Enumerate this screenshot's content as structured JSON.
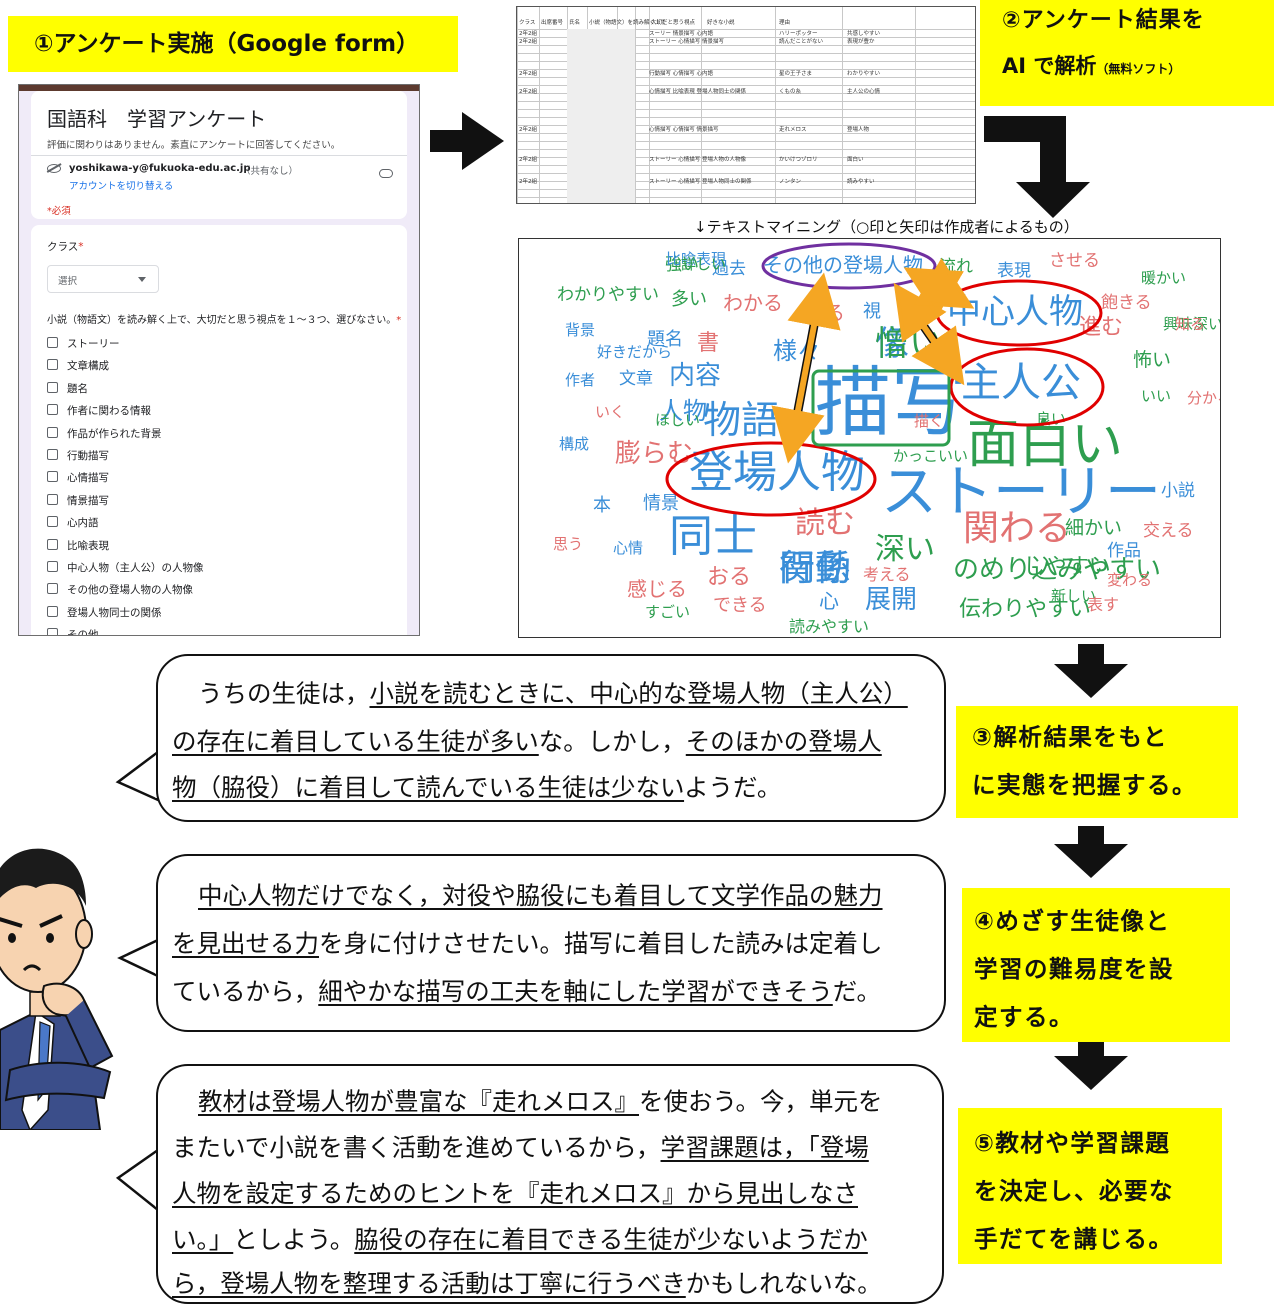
{
  "step1": {
    "label": "①アンケート実施（Google form）"
  },
  "step2": {
    "line1": "②アンケート結果を",
    "line2_main": "AI で解析",
    "line2_small": "（無料ソフト）"
  },
  "step3": {
    "line1": "③解析結果をもと",
    "line2": "に実態を把握する。"
  },
  "step4": {
    "line1": "④めざす生徒像と",
    "line2": "学習の難易度を設",
    "line3": "定する。"
  },
  "step5": {
    "line1": "⑤教材や学習課題",
    "line2": "を決定し、必要な",
    "line3": "手だてを講じる。"
  },
  "caption": "↓テキストマイニング（○印と矢印は作成者によるもの）",
  "form": {
    "title": "国語科　学習アンケート",
    "subtitle": "評価に関わりはありません。素直にアンケートに回答してください。",
    "account": "yoshikawa-y@fukuoka-edu.ac.jp",
    "share": "（共有なし）",
    "switch_account": "アカウントを切り替える",
    "required_note": "*必須",
    "class_label": "クラス",
    "required_mark": "*",
    "select_placeholder": "選択",
    "question": "小説（物語文）を読み解く上で、大切だと思う視点を１～３つ、選びなさい。",
    "options": [
      "ストーリー",
      "文章構成",
      "題名",
      "作者に関わる情報",
      "作品が作られた背景",
      "行動描写",
      "心情描写",
      "情景描写",
      "心内語",
      "比喩表現",
      "中心人物（主人公）の人物像",
      "その他の登場人物の人物像",
      "登場人物同士の関係",
      "その他"
    ],
    "colors": {
      "accent": "#673ab7",
      "header_bar": "#5d3a2e",
      "link": "#1a73e8",
      "required": "#d93025"
    }
  },
  "sheet": {
    "headers": [
      "クラス",
      "出席番号",
      "氏名",
      "小説（物語文）を読み解く上で",
      "大切だと思う視点",
      "好きな小説",
      "理由"
    ],
    "rows": [
      [
        "2年2組",
        "スーリー 情景描写 心内語",
        "ハリーポッター",
        "共感しやすい"
      ],
      [
        "2年2組",
        "ストーリー 心情描写 情景描写",
        "読んだことがない",
        "表現が豊か"
      ],
      [
        "2年2組",
        "行動描写 心情描写 心内語",
        "星の王子さま",
        "わかりやすい"
      ],
      [
        "2年2組",
        "心情描写 比喩表現 登場人物同士の関係",
        "くもの糸",
        "主人公の心情"
      ],
      [
        "2年2組",
        "心情描写 心情描写 情景描写",
        "走れメロス",
        "登場人物"
      ],
      [
        "2年2組",
        "ストーリー 心情描写 登場人物の人物像",
        "かいけつゾロリ",
        "面白い"
      ],
      [
        "2年2組",
        "ストーリー 心情描写 登場人物同士の関係",
        "ノンタン",
        "読みやすい"
      ]
    ]
  },
  "wordcloud": {
    "words": [
      {
        "text": "強い",
        "color": "#2e9e4f"
      },
      {
        "text": "過去",
        "color": "#3a8ed8"
      },
      {
        "text": "その他の登場人物",
        "color": "#3a8ed8"
      },
      {
        "text": "流れ",
        "color": "#2e9e4f"
      },
      {
        "text": "表現",
        "color": "#3a8ed8"
      },
      {
        "text": "させる",
        "color": "#e27272"
      },
      {
        "text": "暖かい",
        "color": "#2e9e4f"
      },
      {
        "text": "わかりやすい",
        "color": "#2e9e4f"
      },
      {
        "text": "多い",
        "color": "#2e9e4f"
      },
      {
        "text": "わかる",
        "color": "#e27272"
      },
      {
        "text": "る",
        "color": "#e27272"
      },
      {
        "text": "視",
        "color": "#3a8ed8"
      },
      {
        "text": "中心人物",
        "color": "#3a8ed8"
      },
      {
        "text": "飽きる",
        "color": "#e27272"
      },
      {
        "text": "興味深い",
        "color": "#2e9e4f"
      },
      {
        "text": "背景",
        "color": "#3a8ed8"
      },
      {
        "text": "題名",
        "color": "#3a8ed8"
      },
      {
        "text": "書",
        "color": "#e27272"
      },
      {
        "text": "様々",
        "color": "#3a8ed8"
      },
      {
        "text": "像",
        "color": "#3a8ed8"
      },
      {
        "text": "憎い",
        "color": "#2e9e4f"
      },
      {
        "text": "比喩表現",
        "color": "#3a8ed8"
      },
      {
        "text": "進む",
        "color": "#e27272"
      },
      {
        "text": "知る",
        "color": "#e27272"
      },
      {
        "text": "好きだから",
        "color": "#3a8ed8"
      },
      {
        "text": "怖い",
        "color": "#2e9e4f"
      },
      {
        "text": "作者",
        "color": "#3a8ed8"
      },
      {
        "text": "文章",
        "color": "#3a8ed8"
      },
      {
        "text": "内容",
        "color": "#3a8ed8"
      },
      {
        "text": "主人公",
        "color": "#3a8ed8"
      },
      {
        "text": "描写",
        "color": "#3a8ed8"
      },
      {
        "text": "良い",
        "color": "#2e9e4f"
      },
      {
        "text": "いい",
        "color": "#2e9e4f"
      },
      {
        "text": "分かる",
        "color": "#e27272"
      },
      {
        "text": "いく",
        "color": "#e27272"
      },
      {
        "text": "人物",
        "color": "#3a8ed8"
      },
      {
        "text": "物語",
        "color": "#3a8ed8"
      },
      {
        "text": "面白い",
        "color": "#2e9e4f"
      },
      {
        "text": "ほしい",
        "color": "#2e9e4f"
      },
      {
        "text": "構成",
        "color": "#3a8ed8"
      },
      {
        "text": "膨らむ",
        "color": "#e27272"
      },
      {
        "text": "かっこいい",
        "color": "#2e9e4f"
      },
      {
        "text": "登場人物",
        "color": "#3a8ed8"
      },
      {
        "text": "小説",
        "color": "#3a8ed8"
      },
      {
        "text": "ストーリー",
        "color": "#3a8ed8"
      },
      {
        "text": "描く",
        "color": "#e27272"
      },
      {
        "text": "本",
        "color": "#3a8ed8"
      },
      {
        "text": "情景",
        "color": "#3a8ed8"
      },
      {
        "text": "読む",
        "color": "#e27272"
      },
      {
        "text": "関わる",
        "color": "#e27272"
      },
      {
        "text": "細かい",
        "color": "#2e9e4f"
      },
      {
        "text": "交える",
        "color": "#e27272"
      },
      {
        "text": "思う",
        "color": "#e27272"
      },
      {
        "text": "心情",
        "color": "#3a8ed8"
      },
      {
        "text": "同士",
        "color": "#3a8ed8"
      },
      {
        "text": "深い",
        "color": "#2e9e4f"
      },
      {
        "text": "詳しい",
        "color": "#2e9e4f"
      },
      {
        "text": "作品",
        "color": "#3a8ed8"
      },
      {
        "text": "関係",
        "color": "#3a8ed8"
      },
      {
        "text": "おる",
        "color": "#e27272"
      },
      {
        "text": "行動",
        "color": "#3a8ed8"
      },
      {
        "text": "考える",
        "color": "#e27272"
      },
      {
        "text": "のめり込みやすい",
        "color": "#2e9e4f"
      },
      {
        "text": "しやすい",
        "color": "#2e9e4f"
      },
      {
        "text": "変わる",
        "color": "#e27272"
      },
      {
        "text": "感じる",
        "color": "#e27272"
      },
      {
        "text": "できる",
        "color": "#e27272"
      },
      {
        "text": "心",
        "color": "#3a8ed8"
      },
      {
        "text": "展開",
        "color": "#3a8ed8"
      },
      {
        "text": "伝わりやすい",
        "color": "#2e9e4f"
      },
      {
        "text": "新しい",
        "color": "#2e9e4f"
      },
      {
        "text": "表す",
        "color": "#e27272"
      },
      {
        "text": "すごい",
        "color": "#2e9e4f"
      },
      {
        "text": "読みやすい",
        "color": "#2e9e4f"
      }
    ],
    "circle_colors": {
      "purple": "#7030a0",
      "red": "#e00000",
      "green": "#2e9e4f",
      "arrow": "#f5a623"
    }
  },
  "bubble1": {
    "l1_a": "うちの生徒は，",
    "l1_b": "小説を読むときに、中心的な登場人物（主人公）",
    "l2_a": "の存在に着目している生徒が多い",
    "l2_b": "な。しかし，",
    "l2_c": "そのほかの登場人",
    "l3_a": "物（脇役）に着目して読んでいる生徒は少ない",
    "l3_b": "ようだ。"
  },
  "bubble2": {
    "l1_a": "中心人物だけでなく，対役や脇役にも着目して文学作品の魅力",
    "l2_a": "を見出せる力",
    "l2_b": "を身に付けさせたい。描写に着目した読みは定着し",
    "l3_a": "ているから，",
    "l3_b": "細やかな描写の工夫を軸にした学習ができそう",
    "l3_c": "だ。"
  },
  "bubble3": {
    "l1_a": "教材は登場人物が豊富な『走れメロス』",
    "l1_b": "を使おう。今，単元を",
    "l2_a": "またいで小説を書く活動を進めているから，",
    "l2_b": "学習課題は，「登場",
    "l3_a": "人物を設定するためのヒントを『走れメロス』から見出しなさ",
    "l4_a": "い。」",
    "l4_b": "としよう。",
    "l4_c": "脇役の存在に着目できる生徒が少ないようだか",
    "l5_a": "ら，登場人物を整理する活動は丁寧に行うべき",
    "l5_b": "かもしれないな。"
  }
}
